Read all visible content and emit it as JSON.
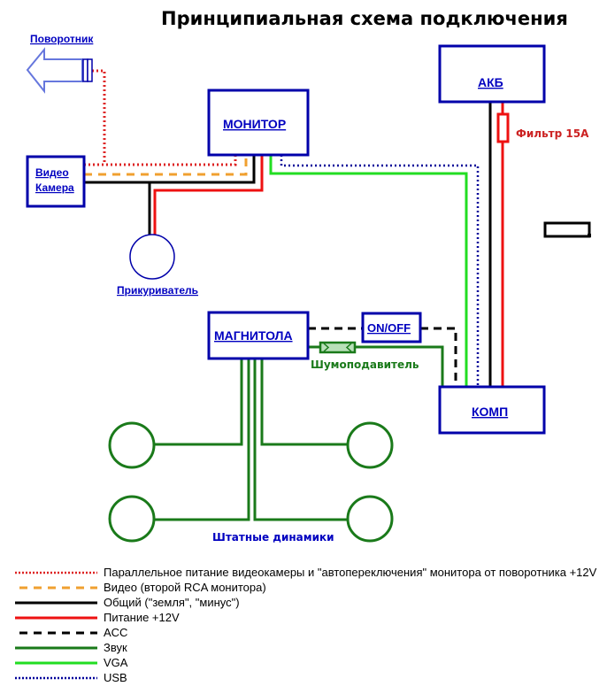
{
  "title": "Принципиальная схема подключения",
  "components": {
    "turn_signal": "Поворотник",
    "camera_line1": "Видео",
    "camera_line2": "Камера",
    "monitor": "МОНИТОР",
    "battery": "АКБ",
    "fuse": "Фильтр 15А",
    "lighter": "Прикуриватель",
    "head_unit": "МАГНИТОЛА",
    "switch": "ON/OFF",
    "noise_filter": "Шумоподавитель",
    "computer": "КОМП",
    "speakers": "Штатные динамики"
  },
  "colors": {
    "box_border": "#0000aa",
    "label_blue": "#0000c0",
    "parallel_power": "#dd2222",
    "video": "#f0a030",
    "ground": "#000000",
    "power": "#ee1111",
    "acc": "#000000",
    "sound": "#1a7a1a",
    "vga": "#22dd22",
    "usb": "#000099"
  },
  "legend": [
    {
      "key": "parallel_power",
      "style": "dotted",
      "label": "Параллельное питание видеокамеры и \"автопереключения\" монитора от поворотника +12V"
    },
    {
      "key": "video",
      "style": "dashed",
      "label": "Видео (второй RCA монитора)"
    },
    {
      "key": "ground",
      "style": "solid",
      "label": "Общий (\"земля\", \"минус\")"
    },
    {
      "key": "power",
      "style": "solid",
      "label": "Питание +12V"
    },
    {
      "key": "acc",
      "style": "dashed",
      "label": "ACC"
    },
    {
      "key": "sound",
      "style": "solid",
      "label": "Звук"
    },
    {
      "key": "vga",
      "style": "solid",
      "label": "VGA"
    },
    {
      "key": "usb",
      "style": "dotted",
      "label": "USB"
    }
  ]
}
